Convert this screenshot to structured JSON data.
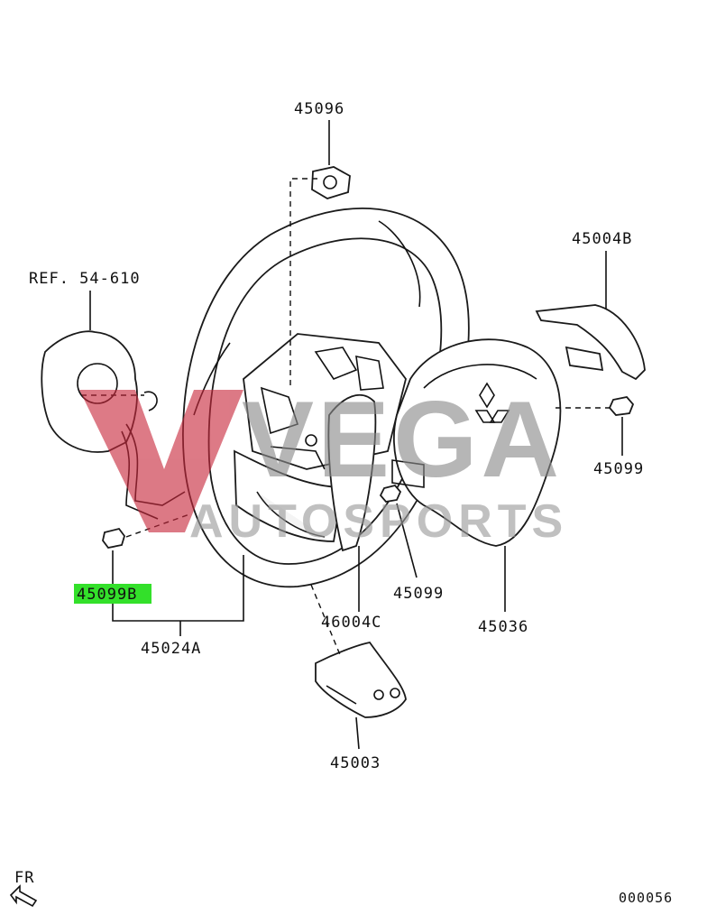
{
  "diagram": {
    "callouts": {
      "p45096": "45096",
      "p45004b": "45004B",
      "ref": "REF. 54-610",
      "p45099_right": "45099",
      "p45099b": "45099B",
      "p45099_center": "45099",
      "p46004c": "46004C",
      "p45024a": "45024A",
      "p45036": "45036",
      "p45003": "45003"
    },
    "highlight_color": "#33e02a",
    "orientation_label": "FR",
    "figure_code": "000056"
  },
  "watermark": {
    "main": "VEGA",
    "sub": "AUTOSPORTS",
    "colors": {
      "accent": "#c8283c",
      "gray": "#8a8a8a"
    }
  }
}
